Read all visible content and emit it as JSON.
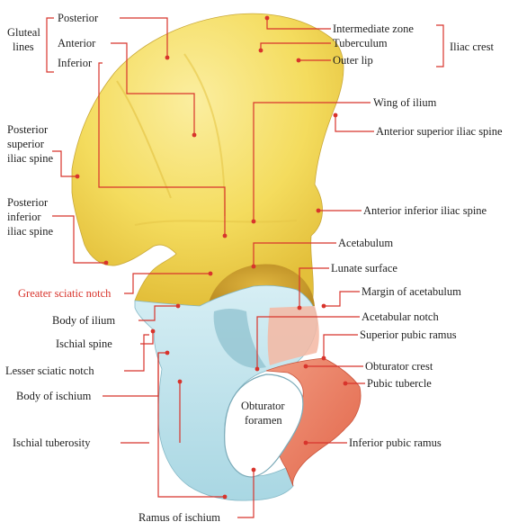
{
  "groups": {
    "gluteal_lines": [
      "Gluteal",
      "lines"
    ],
    "iliac_crest": "Iliac crest"
  },
  "labels": {
    "posterior": "Posterior",
    "anterior": "Anterior",
    "inferior": "Inferior",
    "intermediate_zone": "Intermediate zone",
    "tuberculum": "Tuberculum",
    "outer_lip": "Outer lip",
    "wing_of_ilium": "Wing of ilium",
    "anterior_superior_iliac_spine": "Anterior superior iliac spine",
    "posterior_superior_iliac_spine": [
      "Posterior",
      "superior",
      "iliac spine"
    ],
    "posterior_inferior_iliac_spine": [
      "Posterior",
      "inferior",
      "iliac spine"
    ],
    "anterior_inferior_iliac_spine": "Anterior inferior iliac spine",
    "acetabulum": "Acetabulum",
    "lunate_surface": "Lunate surface",
    "greater_sciatic_notch": "Greater sciatic notch",
    "margin_of_acetabulum": "Margin of acetabulum",
    "body_of_ilium": "Body of ilium",
    "acetabular_notch": "Acetabular notch",
    "ischial_spine": "Ischial spine",
    "superior_pubic_ramus": "Superior pubic ramus",
    "lesser_sciatic_notch": "Lesser sciatic notch",
    "obturator_crest": "Obturator crest",
    "body_of_ischium": "Body of ischium",
    "pubic_tubercle": "Pubic tubercle",
    "obturator_foramen": [
      "Obturator",
      "foramen"
    ],
    "ischial_tuberosity": "Ischial tuberosity",
    "inferior_pubic_ramus": "Inferior pubic ramus",
    "ramus_of_ischium": "Ramus of ischium"
  },
  "colors": {
    "ilium": "#f6e06a",
    "ischium": "#bfe3ec",
    "pubis": "#ec7f63",
    "leader": "#d8342c",
    "label_text": "#1f1f1f",
    "highlight_label": "#d8342c"
  }
}
